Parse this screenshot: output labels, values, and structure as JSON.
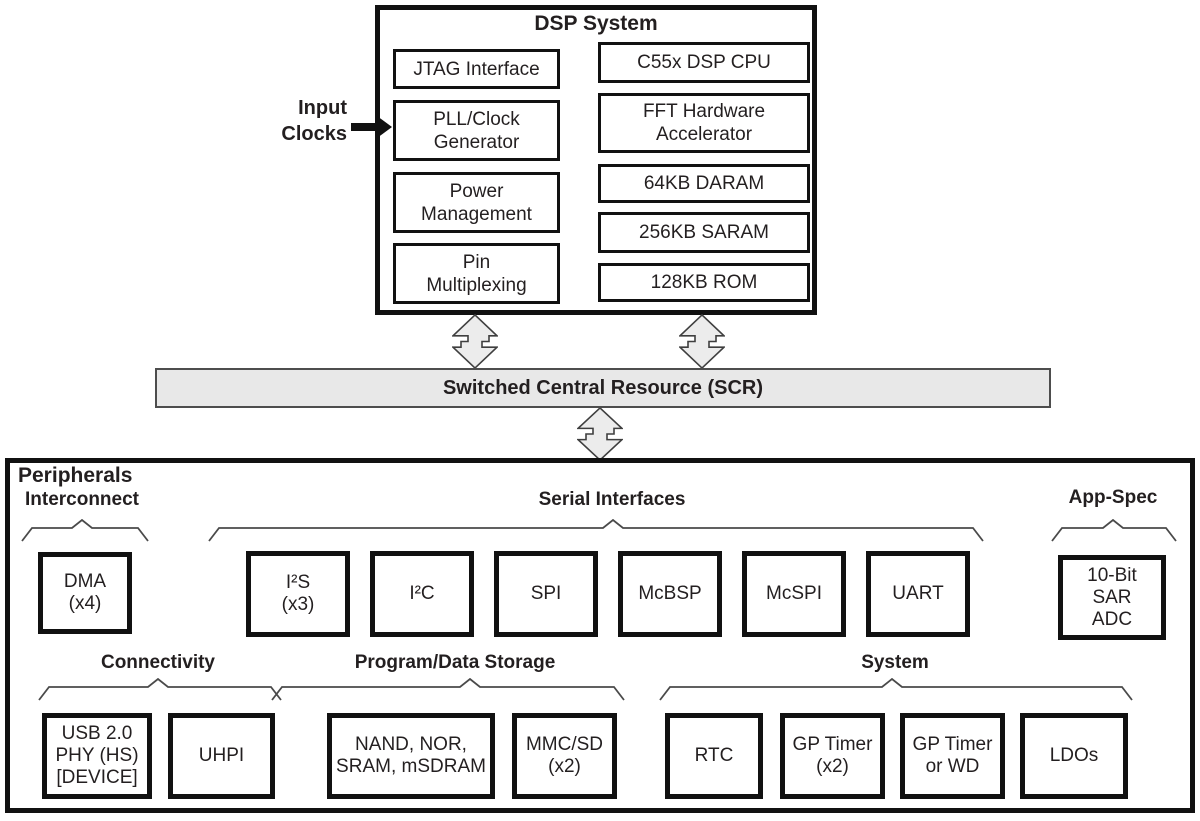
{
  "dsp_system": {
    "title": "DSP System",
    "left_column": [
      "JTAG Interface",
      "PLL/Clock\nGenerator",
      "Power\nManagement",
      "Pin\nMultiplexing"
    ],
    "right_column": [
      "C55x DSP CPU",
      "FFT Hardware\nAccelerator",
      "64KB DARAM",
      "256KB SARAM",
      "128KB ROM"
    ]
  },
  "input_clocks": {
    "label": "Input\nClocks"
  },
  "scr": {
    "label": "Switched Central Resource (SCR)"
  },
  "peripherals": {
    "title": "Peripherals",
    "sections": [
      {
        "label": "Interconnect",
        "boxes": [
          "DMA\n(x4)"
        ]
      },
      {
        "label": "Serial Interfaces",
        "boxes": [
          "I²S\n(x3)",
          "I²C",
          "SPI",
          "McBSP",
          "McSPI",
          "UART"
        ]
      },
      {
        "label": "App-Spec",
        "boxes": [
          "10-Bit\nSAR\nADC"
        ]
      },
      {
        "label": "Connectivity",
        "boxes": [
          "USB 2.0\nPHY (HS)\n[DEVICE]",
          "UHPI"
        ]
      },
      {
        "label": "Program/Data Storage",
        "boxes": [
          "NAND, NOR,\nSRAM, mSDRAM",
          "MMC/SD\n(x2)"
        ]
      },
      {
        "label": "System",
        "boxes": [
          "RTC",
          "GP Timer\n(x2)",
          "GP Timer\nor WD",
          "LDOs"
        ]
      }
    ]
  },
  "icons": {
    "bidirectional_arrow": "bidirectional-arrow-icon",
    "input_arrow": "right-arrow-icon",
    "brace": "section-brace-icon"
  },
  "colors": {
    "background": "#ffffff",
    "box_border": "#111111",
    "text": "#231f20",
    "scr_fill": "#e8e8e8",
    "scr_border": "#4d4d4d",
    "arrow_fill": "#ececec",
    "arrow_outline": "#3f3f3f",
    "brace_stroke": "#4a4a4a"
  }
}
